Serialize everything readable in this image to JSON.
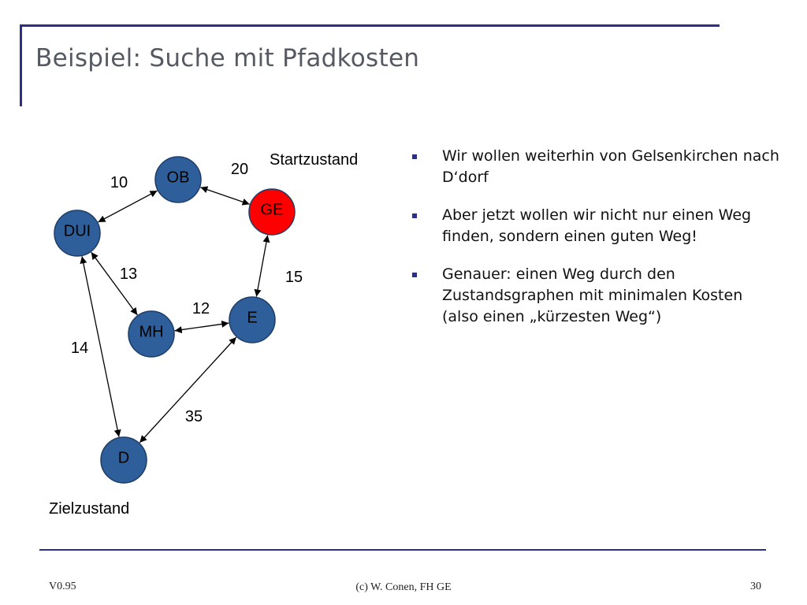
{
  "slide": {
    "title": "Beispiel: Suche mit Pfadkosten",
    "bullets": [
      "Wir wollen weiterhin von Gelsenkirchen nach D‘dorf",
      "Aber jetzt wollen wir nicht nur einen Weg finden, sondern einen guten Weg!",
      "Genauer: einen Weg durch den Zustandsgraphen mit minimalen Kosten (also einen „kürzesten Weg“)"
    ]
  },
  "footer": {
    "version": "V0.95",
    "credit": "(c) W. Conen, FH GE",
    "page": "30"
  },
  "graph": {
    "nodes": [
      {
        "id": "OB",
        "label": "OB",
        "fill": "#2f5f9b"
      },
      {
        "id": "GE",
        "label": "GE",
        "fill": "#ff0000"
      },
      {
        "id": "DUI",
        "label": "DUI",
        "fill": "#2f5f9b"
      },
      {
        "id": "MH",
        "label": "MH",
        "fill": "#2f5f9b"
      },
      {
        "id": "E",
        "label": "E",
        "fill": "#2f5f9b"
      },
      {
        "id": "D",
        "label": "D",
        "fill": "#2f5f9b"
      }
    ],
    "edges": [
      {
        "from": "OB",
        "to": "GE",
        "weight": "20"
      },
      {
        "from": "OB",
        "to": "DUI",
        "weight": "10"
      },
      {
        "from": "GE",
        "to": "E",
        "weight": "15"
      },
      {
        "from": "DUI",
        "to": "MH",
        "weight": "13"
      },
      {
        "from": "MH",
        "to": "E",
        "weight": "12"
      },
      {
        "from": "DUI",
        "to": "D",
        "weight": "14"
      },
      {
        "from": "E",
        "to": "D",
        "weight": "35"
      }
    ],
    "start_label": "Startzustand",
    "goal_label": "Zielzustand",
    "colors": {
      "node_default": "#2f5f9b",
      "node_start": "#ff0000",
      "node_stroke": "#1d3d66",
      "edge": "#000000"
    }
  }
}
